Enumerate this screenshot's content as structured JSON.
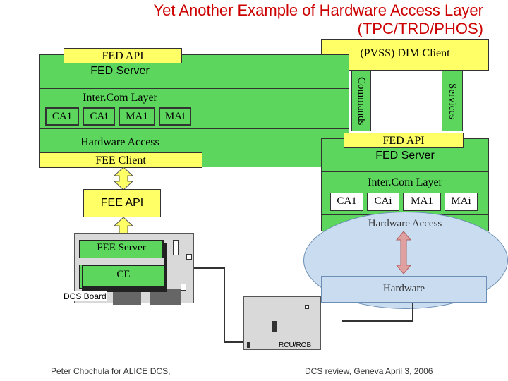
{
  "title": {
    "line1": "Yet Another Example of Hardware Access Layer",
    "line2": "(TPC/TRD/PHOS)"
  },
  "left_stack": {
    "fed_api": "FED API",
    "fed_server": "FED Server",
    "intercom_layer": "Inter.Com Layer",
    "ca_items": [
      "CA1",
      "CAi",
      "MA1",
      "MAi"
    ],
    "hardware_access": "Hardware Access",
    "fee_client": "FEE Client"
  },
  "pvss": {
    "label": "(PVSS) DIM Client",
    "commands": "Commands",
    "services": "Services"
  },
  "right_stack": {
    "fed_api": "FED API",
    "fed_server": "FED Server",
    "intercom_layer": "Inter.Com Layer",
    "ca_items": [
      "CA1",
      "CAi",
      "MA1",
      "MAi"
    ],
    "hardware_access": "Hardware Access",
    "hardware": "Hardware"
  },
  "fee": {
    "api": "FEE API",
    "server": "FEE Server",
    "ce": "CE",
    "dcs_board": "DCS Board",
    "rcu": "RCU/ROB"
  },
  "footer": {
    "left": "Peter Chochula for ALICE DCS,",
    "right": "DCS review, Geneva April 3, 2006"
  },
  "colors": {
    "title": "#cc0000",
    "green": "#5cd65c",
    "yellow": "#ffff66",
    "hardware_ellipse": "#c9dcf0",
    "arrow": "#e0a0a0"
  }
}
